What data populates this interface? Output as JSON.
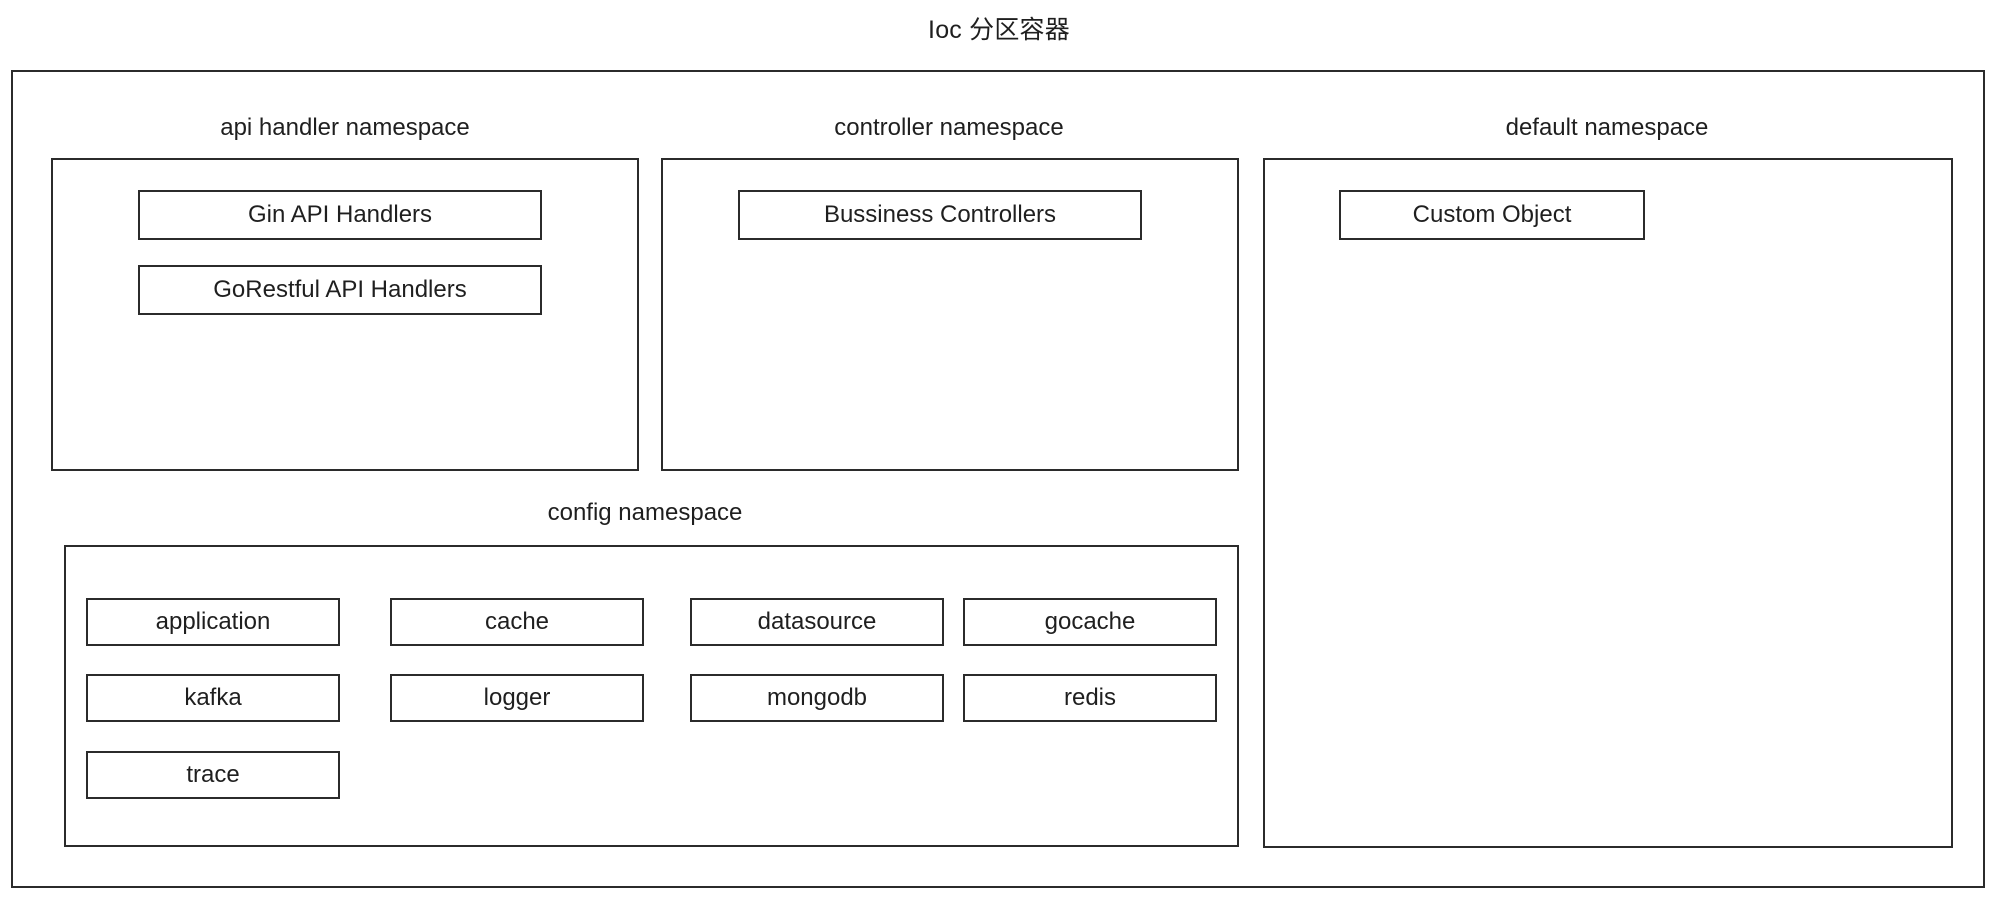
{
  "diagram": {
    "title": "Ioc 分区容器",
    "type": "nested-container-diagram",
    "colors": {
      "stroke": "#2b2b2b",
      "fill": "#ffffff",
      "text": "#1f1f1f"
    },
    "outer_container": {
      "name": "Ioc 分区容器"
    },
    "namespaces": [
      {
        "id": "api-handler",
        "label": "api handler namespace",
        "items": [
          {
            "id": "gin-api-handlers",
            "label": "Gin API Handlers"
          },
          {
            "id": "gorestful-api-handlers",
            "label": "GoRestful API Handlers"
          }
        ]
      },
      {
        "id": "controller",
        "label": "controller namespace",
        "items": [
          {
            "id": "bussiness-controllers",
            "label": "Bussiness Controllers"
          }
        ]
      },
      {
        "id": "default",
        "label": "default namespace",
        "items": [
          {
            "id": "custom-object",
            "label": "Custom Object"
          }
        ]
      },
      {
        "id": "config",
        "label": "config namespace",
        "items": [
          {
            "id": "application",
            "label": "application"
          },
          {
            "id": "cache",
            "label": "cache"
          },
          {
            "id": "datasource",
            "label": "datasource"
          },
          {
            "id": "gocache",
            "label": "gocache"
          },
          {
            "id": "kafka",
            "label": "kafka"
          },
          {
            "id": "logger",
            "label": "logger"
          },
          {
            "id": "mongodb",
            "label": "mongodb"
          },
          {
            "id": "redis",
            "label": "redis"
          },
          {
            "id": "trace",
            "label": "trace"
          }
        ]
      }
    ]
  }
}
